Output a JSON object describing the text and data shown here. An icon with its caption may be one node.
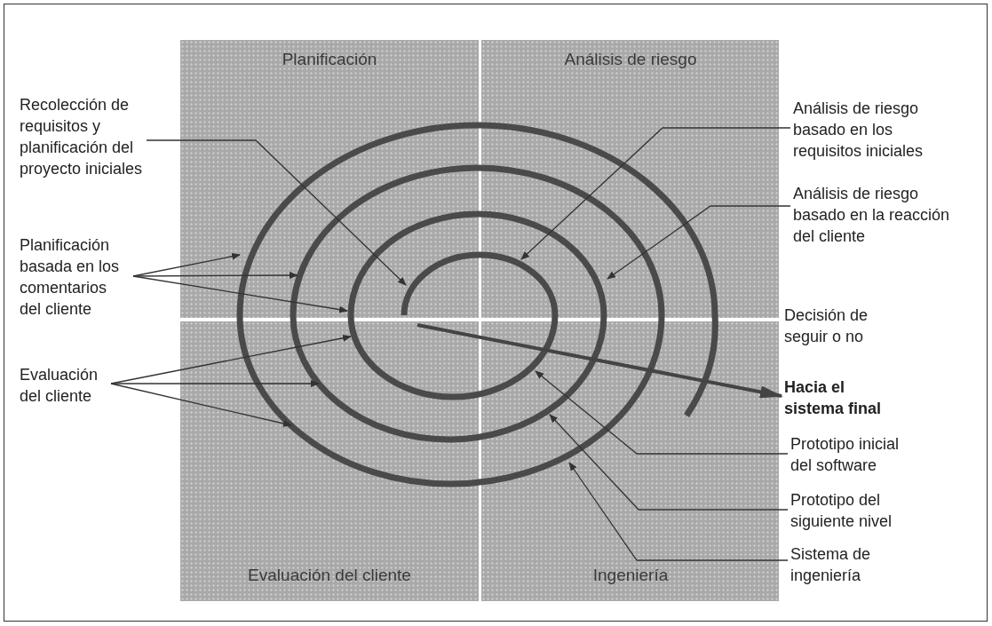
{
  "diagram": {
    "nodes": [
      {
        "text": [
          "Recolección de requisitos y planificación del proyecto iniciales"
        ]
      },
      {
        "text": [
          "Planificación basada en los comentarios del cliente"
        ]
      },
      {
        "text": [
          "Evaluación del cliente"
        ]
      },
      {
        "text": [
          "Análisis de riesgo basado en los requisitos iniciales"
        ]
      },
      {
        "text": [
          "Análisis de riesgo basado en la reacción del cliente"
        ]
      },
      {
        "text": [
          "Hacia el sistema final"
        ]
      },
      {
        "text": [
          "Prototipo inicial del software"
        ]
      },
      {
        "text": [
          "Prototipo del siguiente nivel"
        ]
      },
      {
        "text": [
          "Sistema de ingeniería"
        ]
      },
      {
        "text": [],
        "shape": "picture"
      }
    ],
    "edges": [
      {
        "from": 0,
        "to": 9,
        "arrow": "to"
      },
      {
        "from": 1,
        "to": 9,
        "arrow": "to"
      },
      {
        "from": 1,
        "to": 9,
        "arrow": "to"
      },
      {
        "from": 1,
        "to": 9,
        "arrow": "to"
      },
      {
        "from": 2,
        "to": 9,
        "arrow": "to"
      },
      {
        "from": 2,
        "to": 9,
        "arrow": "to"
      },
      {
        "from": 2,
        "to": 9,
        "arrow": "to"
      },
      {
        "from": 3,
        "to": 9,
        "arrow": "to"
      },
      {
        "from": 4,
        "to": 9,
        "arrow": "to"
      },
      {
        "from": 9,
        "to": 5,
        "arrow": "to",
        "style": "thick"
      },
      {
        "from": 6,
        "to": 9,
        "arrow": "to"
      },
      {
        "from": 7,
        "to": 9,
        "arrow": "to"
      },
      {
        "from": 8,
        "to": 9,
        "arrow": "to"
      }
    ],
    "labels": [
      "Planificación",
      "Análisis de riesgo",
      "Decisión de seguir o no",
      "Evaluación del cliente",
      "Ingeniería"
    ]
  }
}
